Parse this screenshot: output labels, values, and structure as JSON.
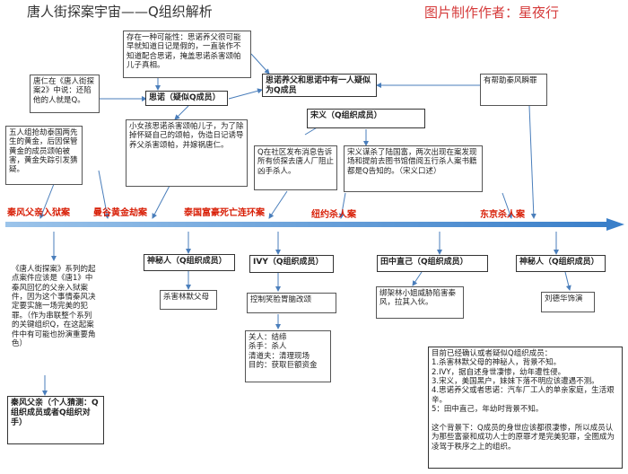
{
  "header": {
    "title": "唐人街探案宇宙——Q组织解析",
    "author": "图片制作作者：星夜行"
  },
  "timeline_events": [
    "秦风父亲入狱案",
    "曼谷黄金劫案",
    "泰国富豪死亡连环案",
    "纽约杀人案",
    "东京杀人案"
  ],
  "upper": {
    "possibility": "存在一种可能性：思诺养父很可能早就知道日记是假的，一直装作不知道配合思诺，掩盖思诺杀害颂帕儿子真相。",
    "tangren_quote": "唐仁在《唐人街探案2》中说：还陷他的人就是Q。",
    "sinuo": "思诺（疑似Q成员）",
    "sinuo_father": "思诺养父和思诺中有一人疑似为Q成员",
    "helper": "有帮助秦风瞬罪",
    "gold_case": "五人组抢劫泰国两先生的黄金，后因保管黄金的成员颂帕被害，黄金失踪引发猜疑。",
    "girl_kill": "小女孩思诺杀害颂帕儿子，为了除掉怀疑自己的颂帕，伪造日记诱导养父杀害颂帕，并嫁祸唐仁。",
    "songyi": "宋义（Q组织成员）",
    "community": "Q在社区发布消息告诉所有侦探去唐人厂阻止凶手杀人。",
    "songyi_plot": "宋义谋杀了陆国富，两次出现在案发现场和提前去图书馆借阅五行杀人案书籍都是Q告知的。（宋义口述）"
  },
  "lower": {
    "mid_suspect": "神秘人（Q组织成员）",
    "mid_action": "杀害林默父母",
    "ivy": "IVY（Q组织成员）",
    "ivy_action": "控制笑脸胃脑改颂",
    "ivy_roles": "关人：结缔\n杀手：杀人\n清道夫：清理现场\n目的：获取巨额资金",
    "tanaka": "田中直己（Q组织成员）",
    "tanaka_action": "绑架林小姐威胁陷害秦风，拉其入伙。",
    "right_suspect": "神秘人（Q组织成员）",
    "right_action": "刘德华饰演",
    "qin_father_notes": "《唐人街探案》系列的起点案件应该是《唐1》中秦风回忆的父亲入狱案件，因为这个事情秦风决定要实施一场完美的犯罪。（作为串联整个系列的关键组织Q，在这起案件中有可能也扮演重要角色）",
    "qin_father": "秦风父亲（个人猜测：Q组织成员或者Q组织对手）",
    "summary": "目前已经确认或者疑似Q组织成员：\n1.杀害林默父母的神秘人，背景不知。\n2.IVY，据自述身世凄惨，幼年遭性侵。\n3.宋义，美国黑户，妹妹下落不明应该遭遇不测。\n4.思诺养父或者思诺：汽车厂工人的单亲家庭，生活艰辛。\n5：田中直己，年幼时背景不知。\n\n这个背景下：Q成员的身世应该都很凄惨，所以成员认为那些富豪和成功人士的原罪才是完美犯罪，全图成为凌驾于秩序之上的组织。"
  },
  "colors": {
    "accent_red": "#d81e06",
    "timeline_blue": "#5b9bd5",
    "connector_blue": "#4a7ebb"
  }
}
